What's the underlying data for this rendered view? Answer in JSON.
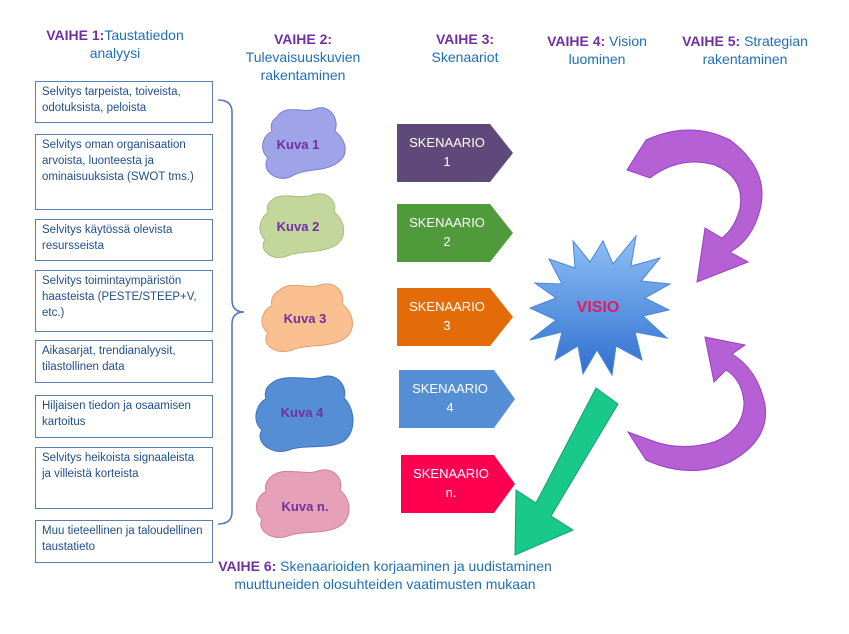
{
  "phases": [
    {
      "num": "VAIHE 1:",
      "text": "Taustatiedon analyysi"
    },
    {
      "num": "VAIHE 2:",
      "text": "Tulevaisuuskuvien rakentaminen"
    },
    {
      "num": "VAIHE 3:",
      "text": "Skenaariot"
    },
    {
      "num": "VAIHE 4:",
      "text": "Vision luominen"
    },
    {
      "num": "VAIHE 5:",
      "text": "Strategian rakentaminen"
    }
  ],
  "analysis_items": [
    "Selvitys tarpeista, toiveista, odotuksista, peloista",
    "Selvitys oman organisaation arvoista, luonteesta ja ominaisuuksista (SWOT tms.)",
    "Selvitys käytössä olevista resursseista",
    "Selvitys toimintaympäristön haasteista (PESTE/STEEP+V, etc.)",
    "Aikasarjat, trendianalyysit, tilastollinen data",
    "Hiljaisen tiedon ja osaamisen kartoitus",
    "Selvitys heikoista signaaleista ja villeistä korteista",
    "Muu tieteellinen ja taloudellinen taustatieto"
  ],
  "images": [
    {
      "label": "Kuva 1",
      "color": "#9fa3e8"
    },
    {
      "label": "Kuva 2",
      "color": "#c3d69b"
    },
    {
      "label": "Kuva 3",
      "color": "#fac090"
    },
    {
      "label": "Kuva 4",
      "color": "#558ed5"
    },
    {
      "label": "Kuva n.",
      "color": "#e6a0b8"
    }
  ],
  "scenarios": [
    {
      "line1": "SKENAARIO",
      "line2": "1",
      "color": "#5f497a"
    },
    {
      "line1": "SKENAARIO",
      "line2": "2",
      "color": "#4f9a3a"
    },
    {
      "line1": "SKENAARIO",
      "line2": "3",
      "color": "#e36c09"
    },
    {
      "line1": "SKENAARIO",
      "line2": "4",
      "color": "#558ed5"
    },
    {
      "line1": "SKENAARIO",
      "line2": "n.",
      "color": "#ff0050"
    }
  ],
  "vision": {
    "label": "VISIO",
    "color": "#4f8fe0"
  },
  "colors": {
    "curved_arrows": "#b660d6",
    "green_arrow": "#19c98a",
    "accent": "#7030a0",
    "text_blue": "#1f6fb8"
  },
  "footer": {
    "num": "VAIHE  6:",
    "text": "Skenaarioiden korjaaminen ja uudistaminen muuttuneiden olosuhteiden vaatimusten mukaan"
  }
}
